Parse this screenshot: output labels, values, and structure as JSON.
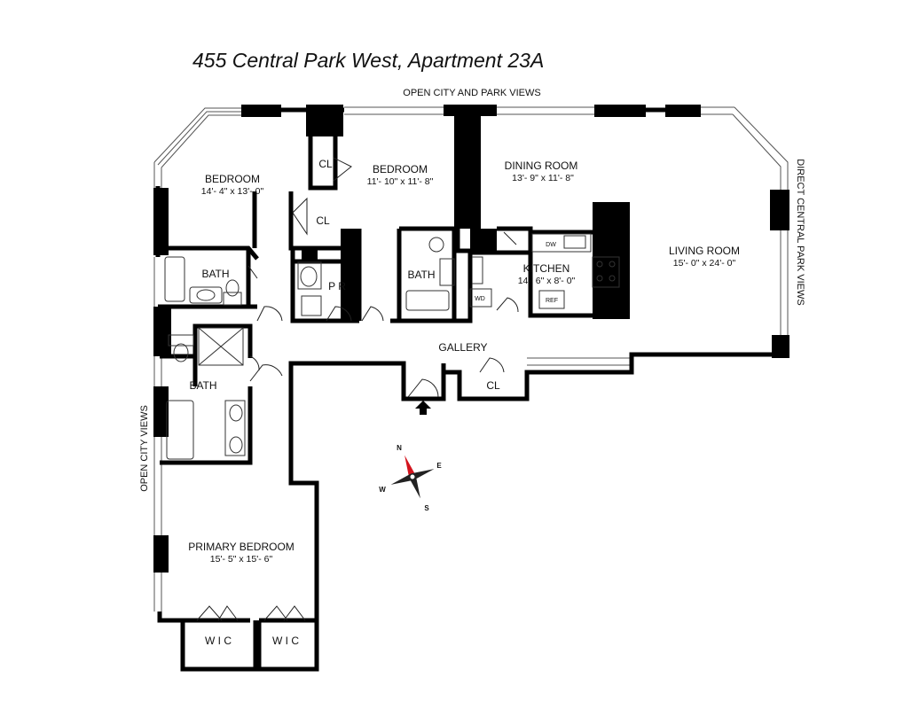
{
  "title": "455 Central Park West, Apartment 23A",
  "views": {
    "top": "OPEN CITY AND PARK VIEWS",
    "right": "DIRECT CENTRAL PARK VIEWS",
    "left": "OPEN CITY VIEWS"
  },
  "rooms": {
    "bedroom_1": {
      "name": "BEDROOM",
      "dims": "14'- 4\" x 13'- 0\""
    },
    "bedroom_2": {
      "name": "BEDROOM",
      "dims": "11'- 10\" x 11'- 8\""
    },
    "dining": {
      "name": "DINING ROOM",
      "dims": "13'- 9\" x 11'- 8\""
    },
    "living": {
      "name": "LIVING ROOM",
      "dims": "15'- 0\" x 24'- 0\""
    },
    "kitchen": {
      "name": "KITCHEN",
      "dims": "14'- 6\" x 8'- 0\""
    },
    "primary": {
      "name": "PRIMARY BEDROOM",
      "dims": "15'- 5\" x 15'- 6\""
    },
    "gallery": "GALLERY",
    "powder_room": "P R",
    "bath_1": "BATH",
    "bath_2": "BATH",
    "bath_3": "BATH",
    "closet_1": "CL",
    "closet_2": "CL",
    "closet_3": "CL",
    "wic_1": "W I C",
    "wic_2": "W I C"
  },
  "fixtures": {
    "dishwasher": "DW",
    "refrigerator": "REF",
    "washer_dryer": "WD"
  },
  "compass": {
    "n": "N",
    "e": "E",
    "s": "S",
    "w": "W"
  }
}
